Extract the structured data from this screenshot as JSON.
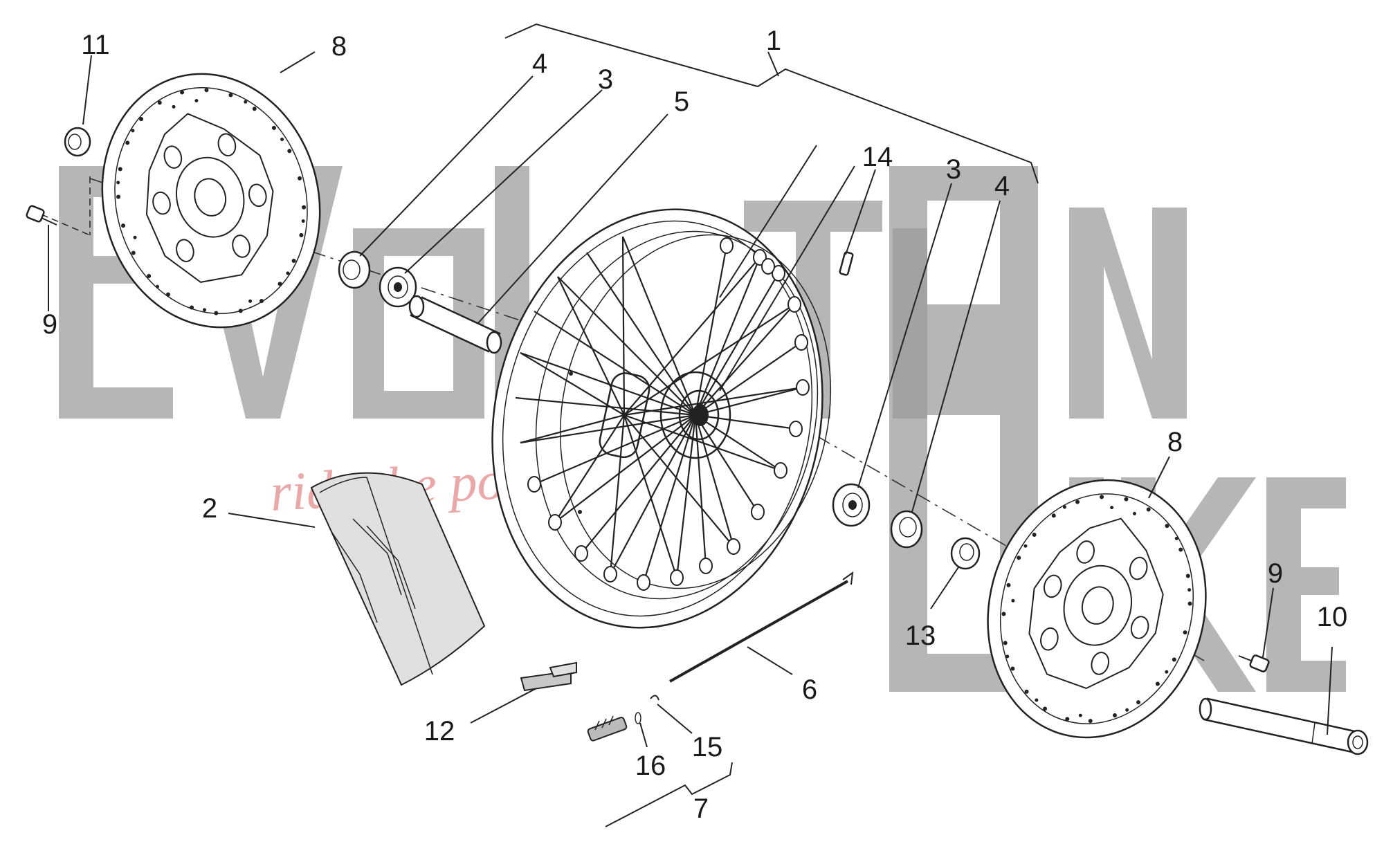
{
  "watermark": {
    "brand": "EVOLUTION BIKE",
    "tagline": "ride the power"
  },
  "callouts": [
    {
      "id": "c1",
      "text": "1"
    },
    {
      "id": "c2",
      "text": "2"
    },
    {
      "id": "c3a",
      "text": "3"
    },
    {
      "id": "c3b",
      "text": "3"
    },
    {
      "id": "c4a",
      "text": "4"
    },
    {
      "id": "c4b",
      "text": "4"
    },
    {
      "id": "c5",
      "text": "5"
    },
    {
      "id": "c6",
      "text": "6"
    },
    {
      "id": "c7",
      "text": "7"
    },
    {
      "id": "c8a",
      "text": "8"
    },
    {
      "id": "c8b",
      "text": "8"
    },
    {
      "id": "c9a",
      "text": "9"
    },
    {
      "id": "c9b",
      "text": "9"
    },
    {
      "id": "c10",
      "text": "10"
    },
    {
      "id": "c11",
      "text": "11"
    },
    {
      "id": "c12",
      "text": "12"
    },
    {
      "id": "c13",
      "text": "13"
    },
    {
      "id": "c14",
      "text": "14"
    },
    {
      "id": "c15",
      "text": "15"
    },
    {
      "id": "c16",
      "text": "16"
    }
  ]
}
